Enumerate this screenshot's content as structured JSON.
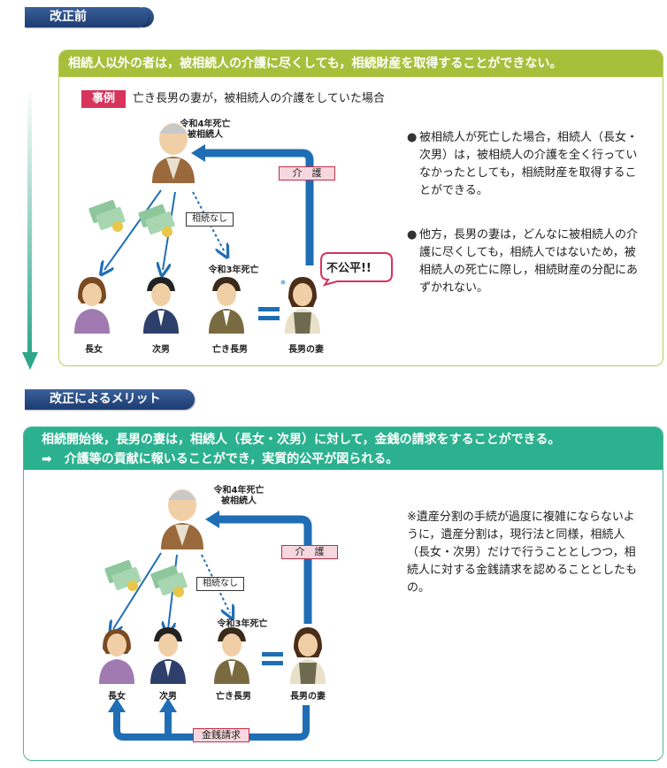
{
  "section_before": {
    "tab_label": "改正前",
    "headline": "相続人以外の者は，被相続人の介護に尽くしても，相続財産を取得することができない。",
    "case_badge": "事例",
    "case_text": "亡き長男の妻が，被相続人の介護をしていた場合",
    "deceased_label_line1": "令和4年死亡",
    "deceased_label_line2": "被相続人",
    "eldest_death_label": "令和3年死亡",
    "no_inheritance_label": "相続なし",
    "care_label": "介　護",
    "unfair_bubble": "不公平!!",
    "persons": [
      "長女",
      "次男",
      "亡き長男",
      "長男の妻"
    ],
    "bullets": [
      "被相続人が死亡した場合，相続人（長女・次男）は，被相続人の介護を全く行っていなかったとしても，相続財産を取得することができる。",
      "他方，長男の妻は，どんなに被相続人の介護に尽くしても，相続人ではないため，被相続人の死亡に際し，相続財産の分配にあずかれない。"
    ]
  },
  "section_after": {
    "tab_label": "改正によるメリット",
    "headline_line1": "相続開始後，長男の妻は，相続人（長女・次男）に対して，金銭の請求をすることができる。",
    "headline_line2": "➡　介護等の貢献に報いることができ，実質的公平が図られる。",
    "deceased_label_line1": "令和4年死亡",
    "deceased_label_line2": "被相続人",
    "eldest_death_label": "令和3年死亡",
    "no_inheritance_label": "相続なし",
    "care_label": "介　護",
    "money_claim_label": "金銭請求",
    "persons": [
      "長女",
      "次男",
      "亡き長男",
      "長男の妻"
    ],
    "note": "※遺産分割の手続が過度に複雑にならないように，遺産分割は，現行法と同様，相続人（長女・次男）だけで行うこととしつつ，相続人に対する金銭請求を認めることとしたもの。"
  },
  "colors": {
    "navy_tab": "#1d3d72",
    "olive_panel": "#9bb53a",
    "olive_head": "#a7bf3b",
    "teal_panel": "#2ea78a",
    "teal_head": "#2bb18f",
    "arrow_blue": "#1f6eb5",
    "badge_pink": "#d7335b"
  }
}
